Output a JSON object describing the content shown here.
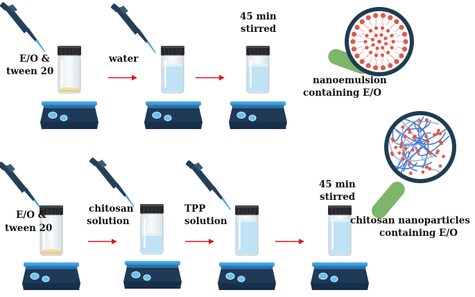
{
  "colors": {
    "arrow": "#e0141e",
    "pipette": "#253f58",
    "pipette_tip": "#48a9e8",
    "stirrer_base": "#1e3a56",
    "stirrer_plate": "#3aa0e0",
    "jar_glass": "#eef2f5",
    "jar_cap": "#2f2f33",
    "oil": "#e9c98e",
    "water": "#bfe2f4",
    "magnifier_handle": "#7db56a",
    "magnifier_ring": "#1e3d50",
    "droplet": "#e2584a",
    "fiber_blue": "#4a78c8"
  },
  "icons": [
    "pipette-icon",
    "jar-icon",
    "stir-plate-icon",
    "red-arrow-icon",
    "magnifier-icon"
  ],
  "row1": {
    "step1_label": [
      "E/O &",
      "tween 20"
    ],
    "arrow1_label": "water",
    "step3_label": [
      "45 min",
      "stirred"
    ],
    "result_label": [
      "nanoemulsion",
      "containing E/O"
    ]
  },
  "row2": {
    "step1_label": [
      "E/O &",
      "tween 20"
    ],
    "arrow1_label": [
      "chitosan",
      "solution"
    ],
    "arrow2_label": [
      "TPP",
      "solution"
    ],
    "step4_label": [
      "45 min",
      "stirred"
    ],
    "result_label": [
      "chitosan nanoparticles",
      "containing E/O"
    ]
  }
}
